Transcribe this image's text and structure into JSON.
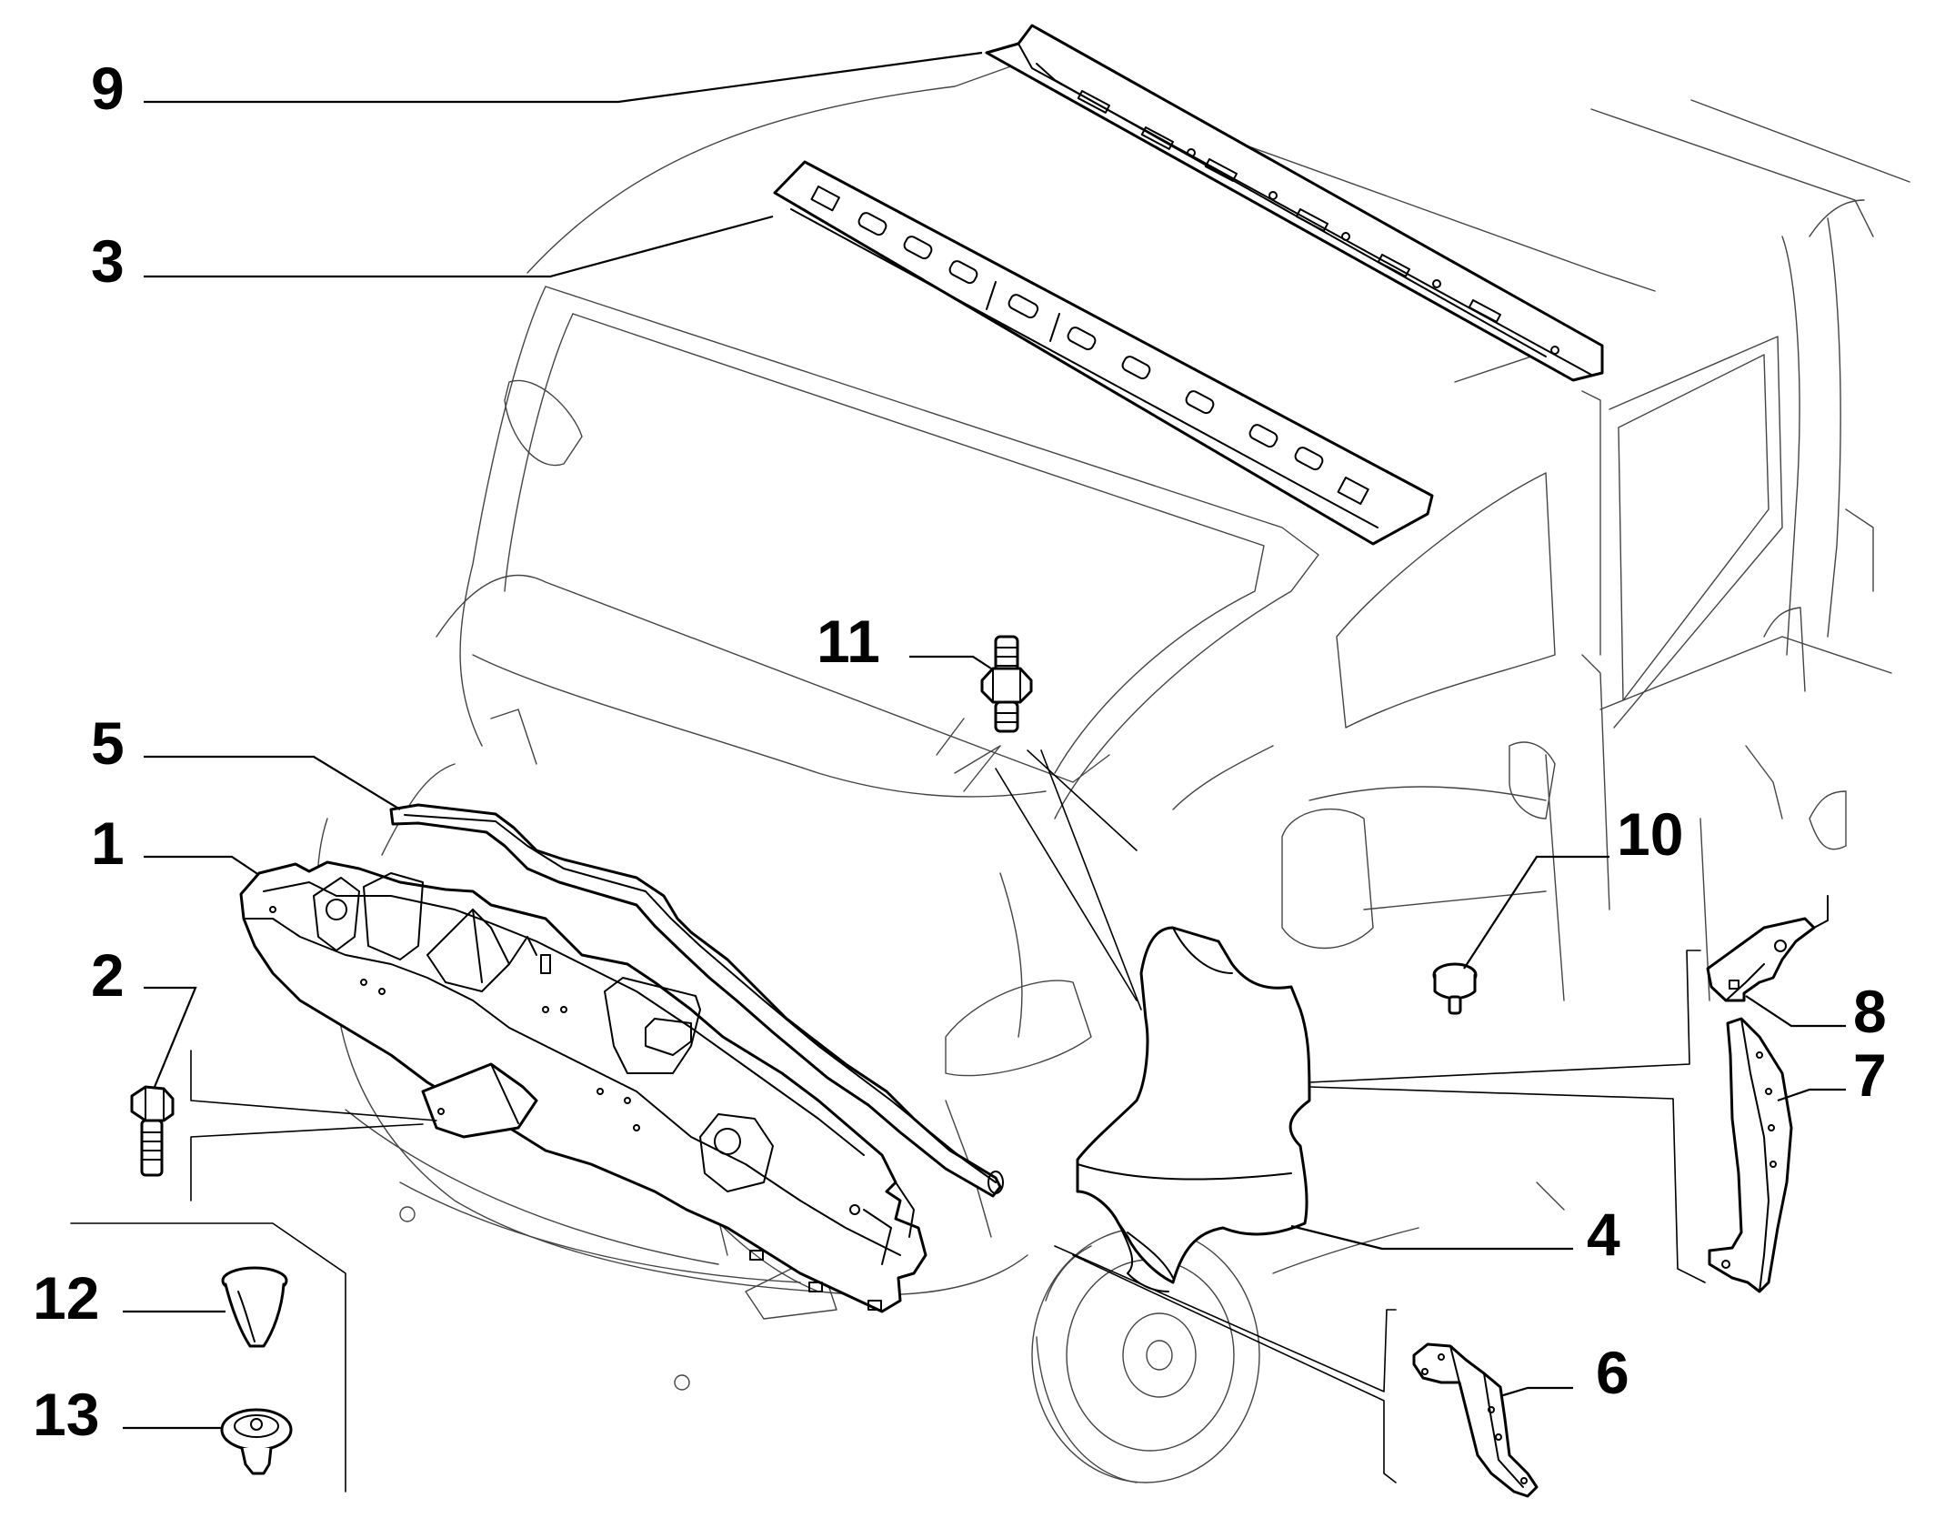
{
  "diagram": {
    "subject": "van front body panels exploded view",
    "callouts": [
      {
        "id": "c9",
        "label": "9"
      },
      {
        "id": "c3",
        "label": "3"
      },
      {
        "id": "c11",
        "label": "11"
      },
      {
        "id": "c5",
        "label": "5"
      },
      {
        "id": "c1",
        "label": "1"
      },
      {
        "id": "c10",
        "label": "10"
      },
      {
        "id": "c2",
        "label": "2"
      },
      {
        "id": "c8",
        "label": "8"
      },
      {
        "id": "c7",
        "label": "7"
      },
      {
        "id": "c12",
        "label": "12"
      },
      {
        "id": "c4",
        "label": "4"
      },
      {
        "id": "c13",
        "label": "13"
      },
      {
        "id": "c6",
        "label": "6"
      }
    ]
  },
  "colors": {
    "ink": "#000000",
    "background": "#ffffff"
  }
}
